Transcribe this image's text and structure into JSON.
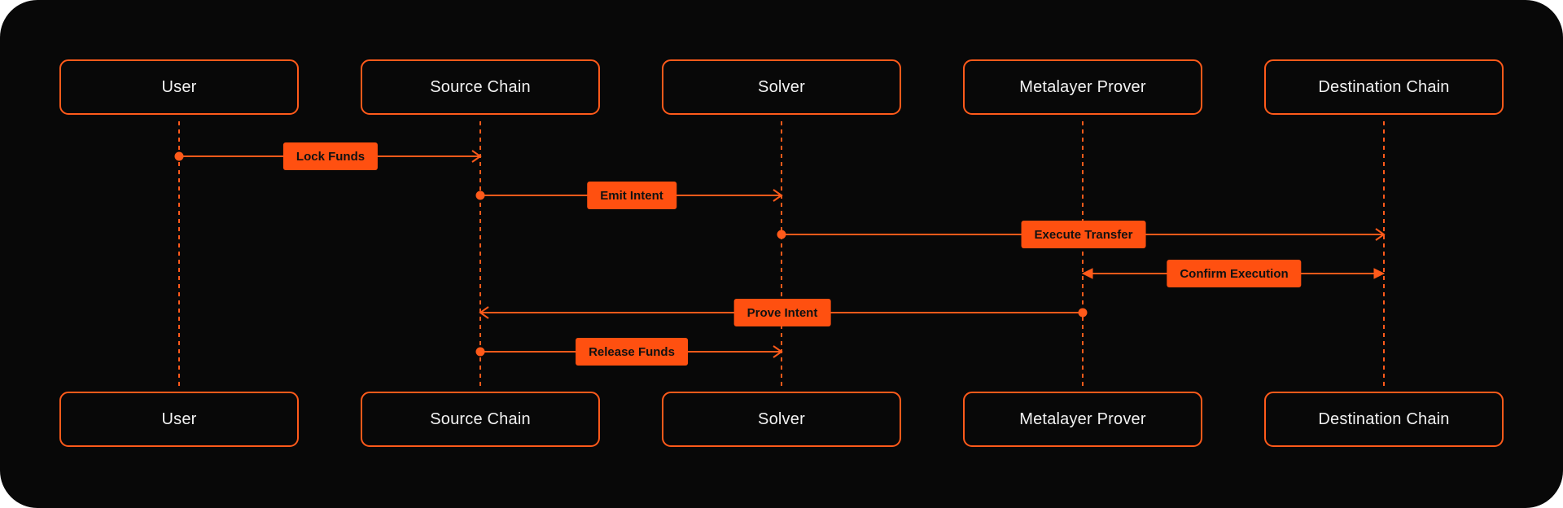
{
  "colors": {
    "background": "#080808",
    "accent": "#ff5a1a",
    "label_fill": "#ff5010",
    "text": "#f2f2f2"
  },
  "actors": [
    "User",
    "Source Chain",
    "Solver",
    "Metalayer Prover",
    "Destination Chain"
  ],
  "messages": [
    {
      "label": "Lock Funds",
      "from": 0,
      "to": 1,
      "style": "dot-to-arrow"
    },
    {
      "label": "Emit Intent",
      "from": 1,
      "to": 2,
      "style": "dot-to-arrow"
    },
    {
      "label": "Execute Transfer",
      "from": 2,
      "to": 4,
      "style": "dot-to-arrow"
    },
    {
      "label": "Confirm Execution",
      "from": 3,
      "to": 4,
      "style": "double-arrow"
    },
    {
      "label": "Prove Intent",
      "from": 3,
      "to": 1,
      "style": "dot-to-arrow"
    },
    {
      "label": "Release Funds",
      "from": 1,
      "to": 2,
      "style": "dot-to-arrow"
    }
  ]
}
